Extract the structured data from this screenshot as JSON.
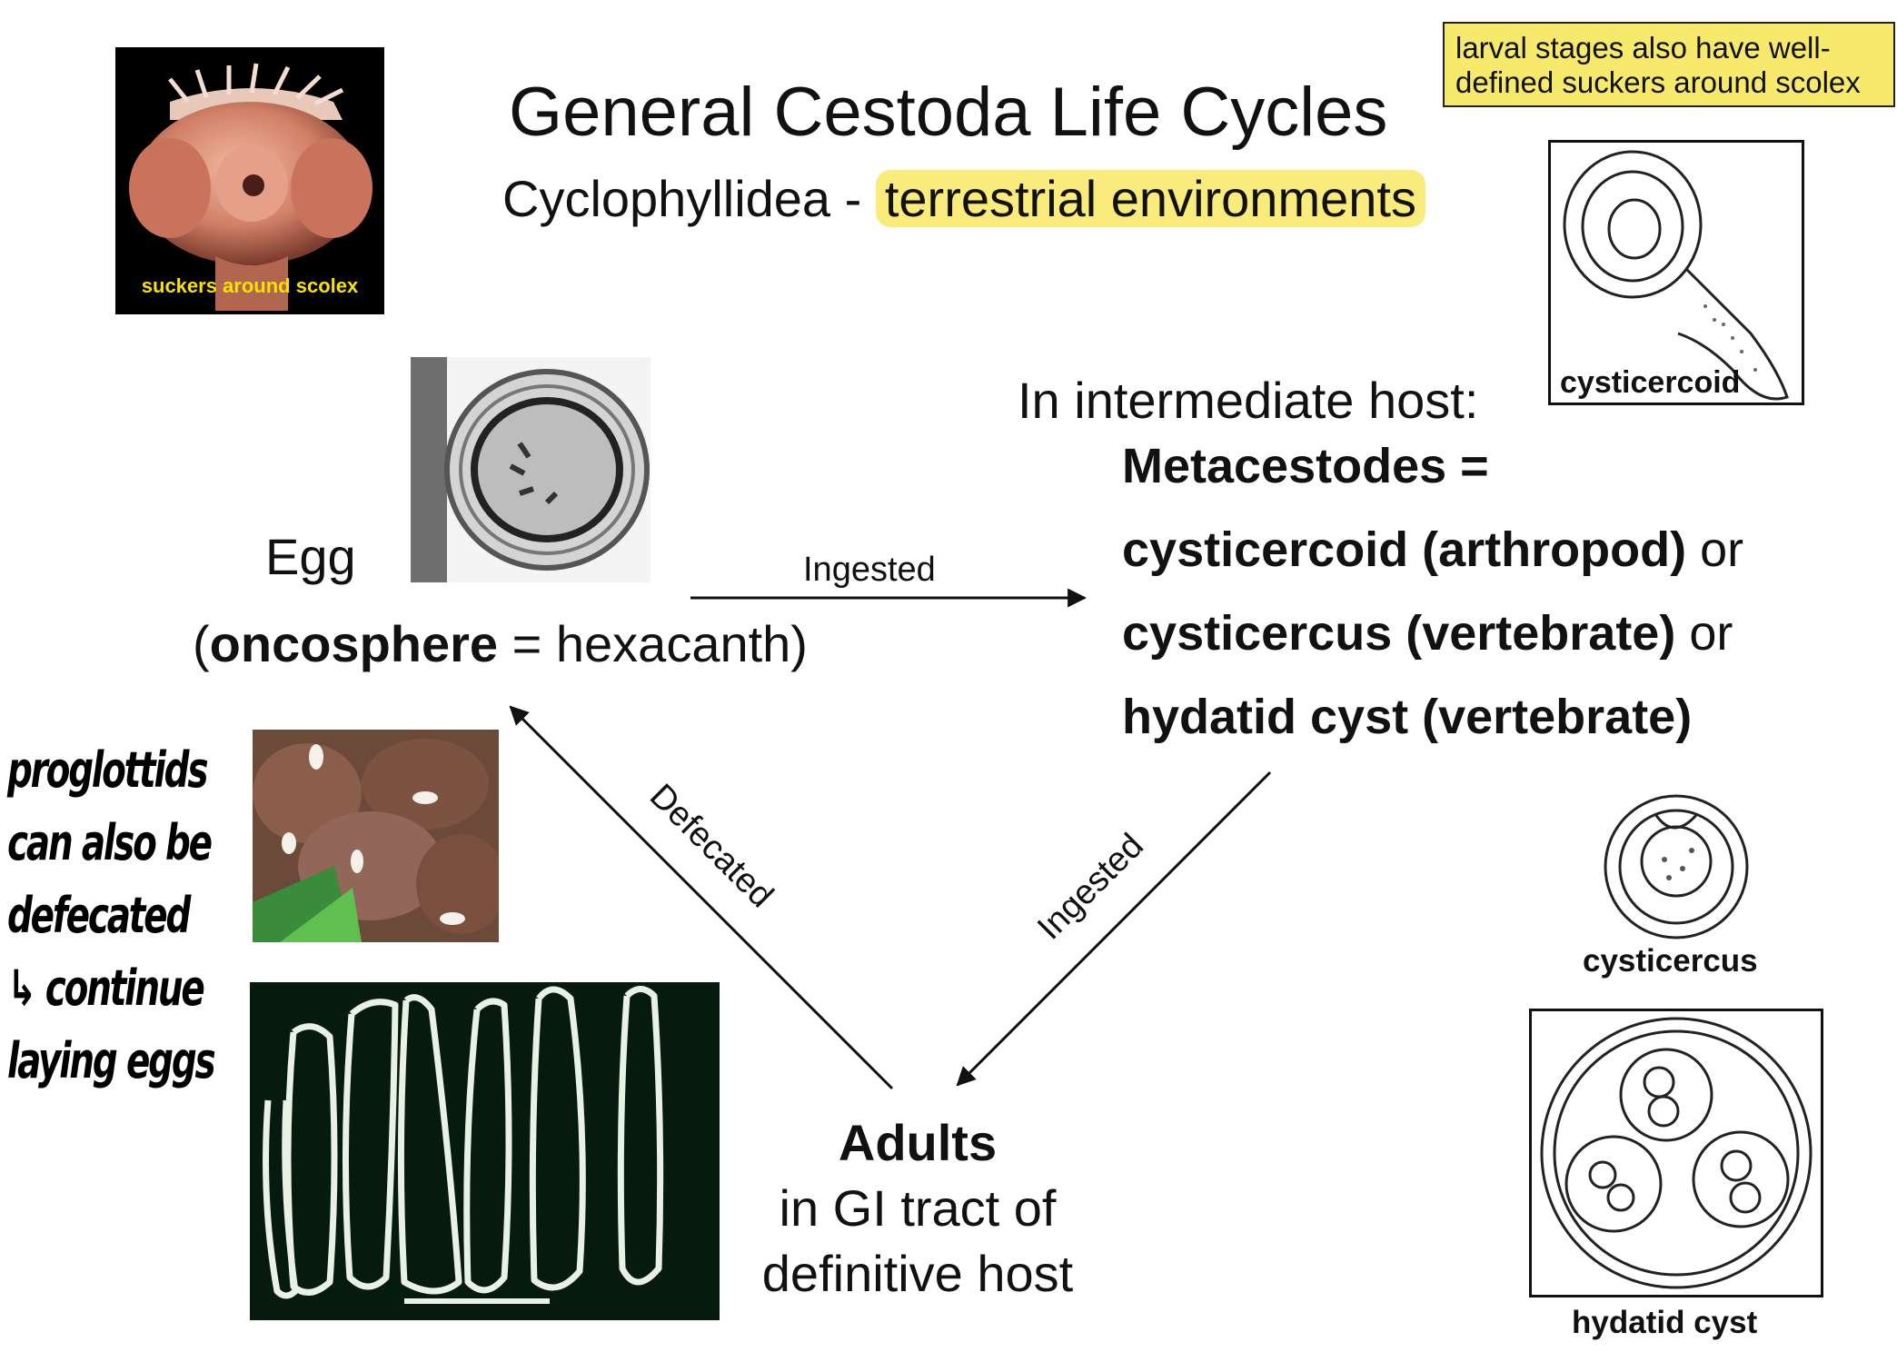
{
  "title": "General Cestoda Life Cycles",
  "subtitle": {
    "prefix": "Cyclophyllidea -",
    "highlight": "terrestrial environments"
  },
  "sticky_note": {
    "line1": "larval stages also have well-",
    "line2": "defined suckers around scolex"
  },
  "scolex_photo": {
    "caption": "suckers around scolex"
  },
  "egg": {
    "label": "Egg",
    "paren_open": "(",
    "bold": "oncosphere",
    "rest": " = hexacanth)"
  },
  "arrows": {
    "egg_to_intermediate": "Ingested",
    "intermediate_to_adult": "Ingested",
    "adult_to_egg": "Defecated"
  },
  "intermediate": {
    "heading": "In intermediate host:",
    "line1": "Metacestodes  =",
    "line2_bold": "cysticercoid (arthropod)",
    "line2_or": " or",
    "line3_bold": "cysticercus (vertebrate)",
    "line3_or": " or",
    "line4_bold": "hydatid cyst (vertebrate)"
  },
  "adults": {
    "bold": "Adults",
    "line2": "in GI tract of",
    "line3": "definitive host"
  },
  "handwriting": [
    "proglottids",
    "can also be",
    "defecated",
    "↳ continue",
    "laying eggs"
  ],
  "figures": {
    "cysticercoid": "cysticercoid",
    "cysticercus": "cysticercus",
    "hydatid": "hydatid cyst"
  },
  "colors": {
    "highlight": "#f9ec7d",
    "note": "#f7e96c",
    "scolex_caption": "#f7e200"
  }
}
